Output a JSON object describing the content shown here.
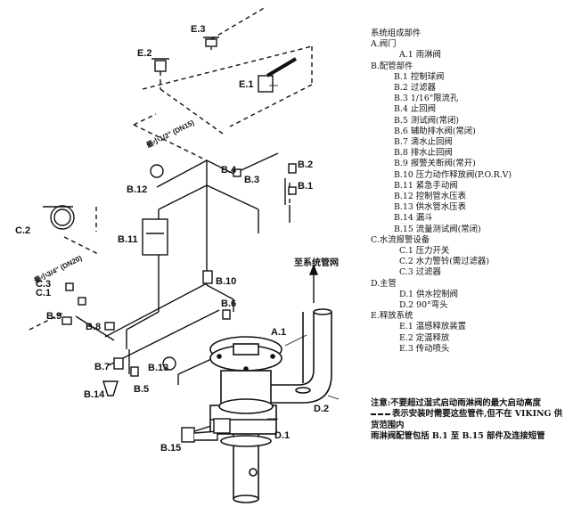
{
  "diagram": {
    "labels": {
      "E3": "E.3",
      "E2": "E.2",
      "E1": "E.1",
      "B1": "B.1",
      "B2": "B.2",
      "B3": "B.3",
      "B4": "B.4",
      "B5": "B.5",
      "B6": "B.6",
      "B7": "B.7",
      "B8": "B.8",
      "B9": "B.9",
      "B10": "B.10",
      "B11": "B.11",
      "B12": "B.12",
      "B13": "B.13",
      "B14": "B.14",
      "B15": "B.15",
      "C1": "C.1",
      "C2": "C.2",
      "C3": "C.3",
      "A1": "A.1",
      "D1": "D.1",
      "D2": "D.2",
      "to_system": "至系统管网",
      "min_half": "最小1/2\" (DN15)",
      "min_three_quarter": "最小3/4\" (DN20)"
    }
  },
  "legend": {
    "title": "系统组成部件",
    "groups": [
      {
        "label": "A.阀门",
        "items": [
          "A.1  雨淋阀"
        ]
      },
      {
        "label": "B.配管部件",
        "items": [
          "B.1  控制球阀",
          "B.2  过滤器",
          "B.3  1/16\"限流孔",
          "B.4  止回阀",
          "B.5  测试阀(常闭)",
          "B.6  辅助排水阀(常闭)",
          "B.7  滴水止回阀",
          "B.8  排水止回阀",
          "B.9  报警关断阀(常开)",
          "B.10  压力动作释放阀(P.O.R.V)",
          "B.11  紧急手动阀",
          "B.12  控制管水压表",
          "B.13  供水管水压表",
          "B.14  漏斗",
          "B.15  流量测试阀(常闭)"
        ]
      },
      {
        "label": "C.水流报警设备",
        "items": [
          "C.1  压力开关",
          "C.2  水力警铃(需过滤器)",
          "C.3  过滤器"
        ]
      },
      {
        "label": "D.主管",
        "items": [
          "D.1  供水控制阀",
          "D.2  90°弯头"
        ]
      },
      {
        "label": "E.释放系统",
        "items": [
          "E.1  温感释放装置",
          "E.2  定温释放",
          "E.3  传动喷头"
        ]
      }
    ]
  },
  "notes": {
    "note1": "注意:不要超过湿式启动雨淋阀的最大启动高度",
    "note2": "表示安装时需要这些管件,但不在 VIKING 供货范围内",
    "note3": "雨淋阀配管包括 B.1 至 B.15 部件及连接短管"
  }
}
